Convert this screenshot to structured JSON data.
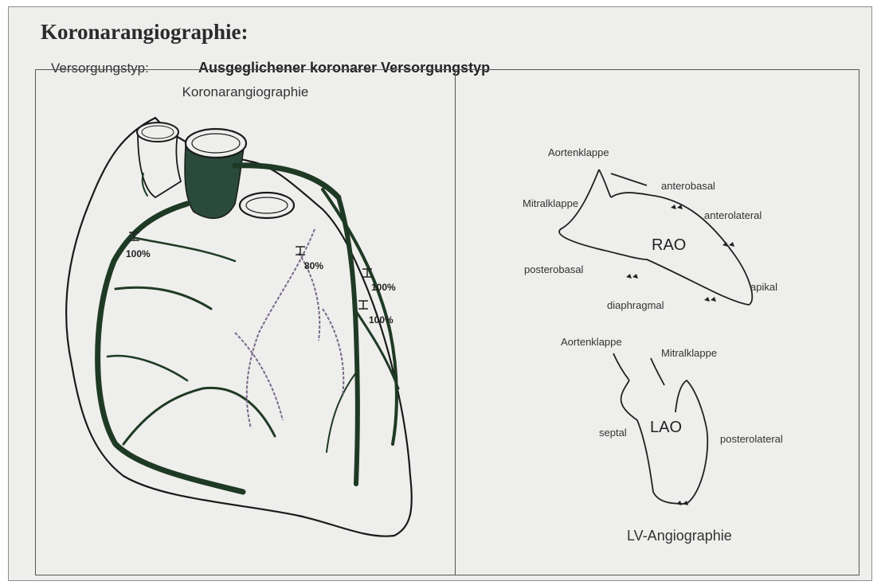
{
  "header": {
    "title": "Koronarangiographie:",
    "versorgungstyp_label": "Versorgungstyp:",
    "versorgungstyp_value": "Ausgeglichener koronarer Versorgungstyp"
  },
  "coronary_panel": {
    "title": "Koronarangiographie",
    "stenoses": [
      "100%",
      "80%",
      "100%",
      "100%"
    ]
  },
  "lv_panel": {
    "title": "LV-Angiographie",
    "rao": {
      "view": "RAO",
      "aortic_valve": "Aortenklappe",
      "mitral_valve": "Mitralklappe",
      "segments": [
        "anterobasal",
        "anterolateral",
        "apikal",
        "diaphragmal",
        "posterobasal"
      ]
    },
    "lao": {
      "view": "LAO",
      "aortic_valve": "Aortenklappe",
      "mitral_valve": "Mitralklappe",
      "segments": [
        "septal",
        "posterolateral"
      ]
    }
  },
  "colors": {
    "artery": "#1f3a24",
    "aorta": "#2a4a3c",
    "vein": "#7a6a8a",
    "outline": "#1a1a1a",
    "paper": "#eeeeec"
  }
}
